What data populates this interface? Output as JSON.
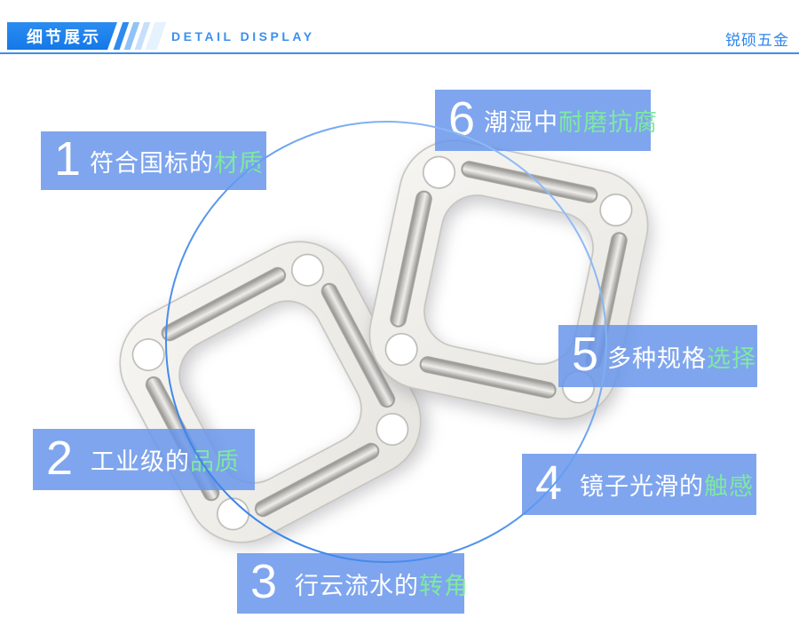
{
  "header": {
    "title_cn": "细节展示",
    "title_en": "DETAIL DISPLAY",
    "brand": "锐硕五金"
  },
  "features": [
    {
      "num": "1",
      "text": "符合国标的",
      "highlight": "材质"
    },
    {
      "num": "2",
      "text": "工业级的",
      "highlight": "品质"
    },
    {
      "num": "3",
      "text": "行云流水的",
      "highlight": "转角"
    },
    {
      "num": "4",
      "text": "镜子光滑的",
      "highlight": "触感"
    },
    {
      "num": "5",
      "text": "多种规格",
      "highlight": "选择"
    },
    {
      "num": "6",
      "text": "潮湿中",
      "highlight": "耐磨抗腐"
    }
  ],
  "colors": {
    "header_accent": "#1d7ee9",
    "header_line": "#3f8eed",
    "header_en_text": "#3a90ee",
    "label_box": "#6895eb",
    "highlight_green": "#7de9a1",
    "circle_stroke": "#4a8ce8",
    "gasket_body": "#efeee9"
  }
}
